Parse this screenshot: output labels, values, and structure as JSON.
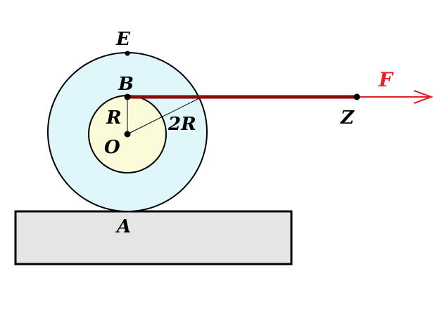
{
  "labels": {
    "E": "E",
    "B": "B",
    "R": "R",
    "two_R": "2R",
    "O": "O",
    "A": "A",
    "Z": "Z",
    "F": "F"
  },
  "colors": {
    "outer_wheel_fill": "#dff7fb",
    "inner_hub_fill": "#fbfbd9",
    "outline": "#000000",
    "rope": "#8b0a0a",
    "force_arrow": "#e0202a",
    "force_label": "#e0202a",
    "ground_fill": "#e5e5e5",
    "text": "#000000"
  }
}
